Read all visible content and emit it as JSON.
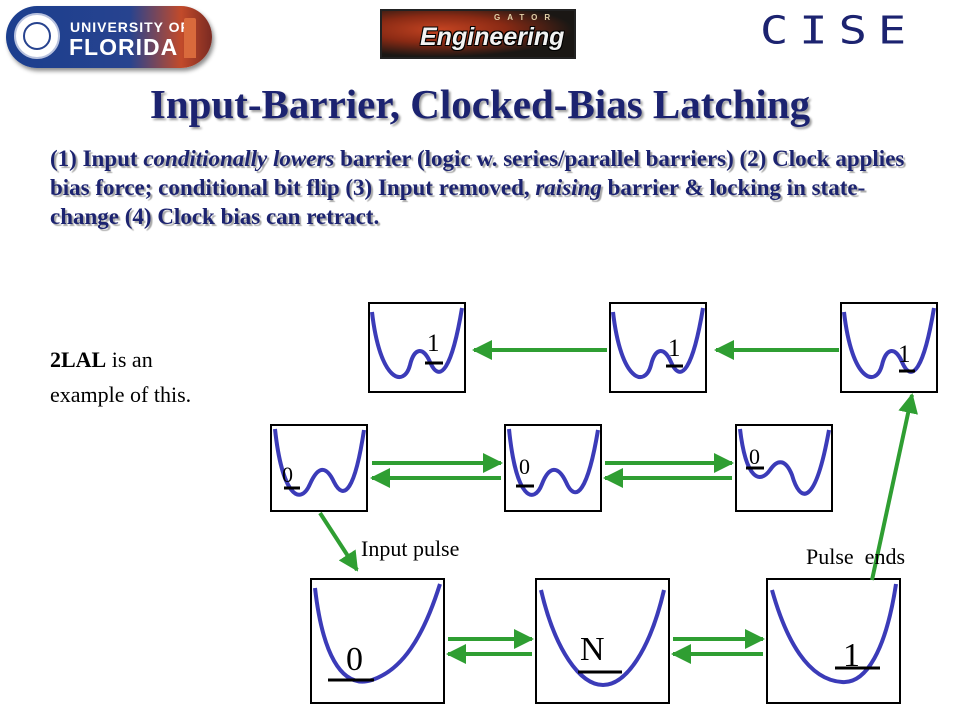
{
  "header": {
    "uf_logo_line1": "UNIVERSITY OF",
    "uf_logo_line2": "FLORIDA",
    "engineering_logo_top": "GATOR",
    "engineering_logo_main": "Engineering",
    "cise_logo": "CISE"
  },
  "slide": {
    "title": "Input-Barrier, Clocked-Bias Latching",
    "body": [
      {
        "text": "(1) Input ",
        "italic": false
      },
      {
        "text": "conditionally lowers",
        "italic": true
      },
      {
        "text": " barrier (logic w. series/parallel barriers) (2) Clock applies bias force; conditional bit flip (3) Input removed, ",
        "italic": false
      },
      {
        "text": "raising",
        "italic": true
      },
      {
        "text": " barrier & locking in state-change  (4) Clock bias can retract.",
        "italic": false
      }
    ],
    "note_bold": "2LAL",
    "note_rest": " is an example of this."
  },
  "diagram": {
    "top_row": [
      "1",
      "1",
      "1"
    ],
    "middle_row": [
      "0",
      "0",
      "0"
    ],
    "bottom_row": [
      "0",
      "N",
      "1"
    ],
    "input_pulse_label": "Input pulse",
    "pulse_ends_label": "Pulse  ends",
    "arrow_color": "#2f9e32",
    "curve_color": "#3b3bb8"
  }
}
